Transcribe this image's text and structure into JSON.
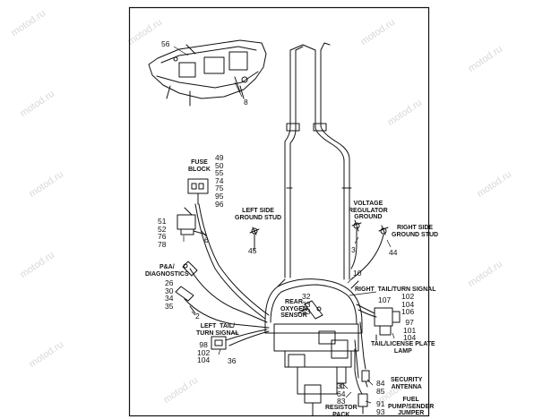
{
  "watermark": "motod.ru",
  "labels": {
    "fuse_block": "FUSE\nBLOCK",
    "left_ground": "LEFT SIDE\nGROUND STUD",
    "voltage_ground": "VOLTAGE\nREGULATOR\nGROUND",
    "right_ground": "RIGHT SIDE\nGROUND STUD",
    "pa_diag": "P&A/\nDIAGNOSTICS",
    "rear_o2": "REAR\nOXYGEN\nSENSOR",
    "right_tail": "RIGHT  TAIL/TURN SIGNAL",
    "left_tail": "LEFT  TAIL/\nTURN SIGNAL",
    "tail_plate": "TAIL/LICENSE PLATE\nLAMP",
    "security": "SECURITY\nANTENNA",
    "fuel_pump": "FUEL\nPUMP/SENDER\nJUMPER",
    "resistor": "RESISTOR\nPACK"
  },
  "numbers": {
    "n56": "56",
    "n8": "8",
    "fuse_list": "49\n50\n55\n74\n75\n95\n96",
    "left_list": "51\n52\n76\n78",
    "n6": "6",
    "n45": "45",
    "n3": "3",
    "n44": "44",
    "n10": "10",
    "pa_list": "26\n30\n34\n35",
    "n2": "2",
    "o2_list": "32\n33\n53",
    "rt_list": "102\n104\n106",
    "n107": "107",
    "tp_list": "97\n101\n104",
    "lt_list": "98\n102\n104",
    "n36": "36",
    "res_list": "31\n64\n83",
    "sec_list": "84\n85",
    "fp_list": "91\n93"
  }
}
